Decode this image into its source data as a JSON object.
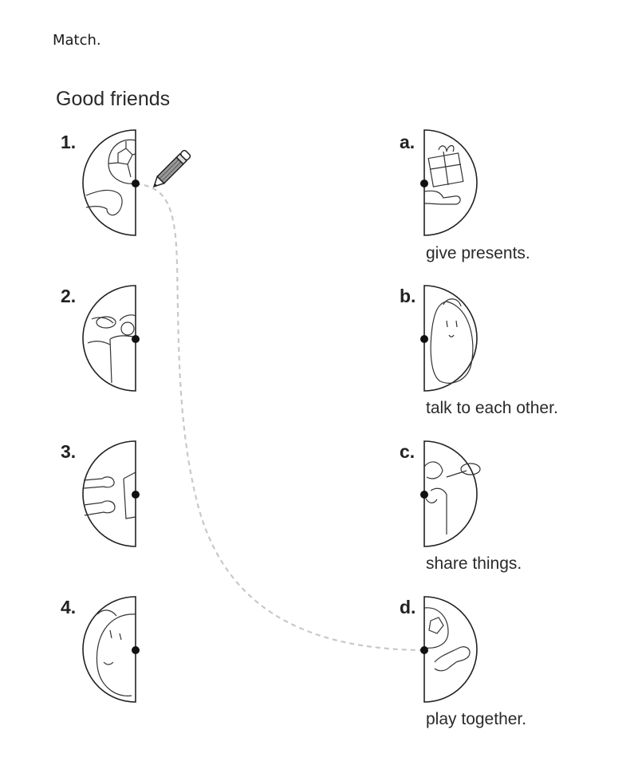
{
  "instruction": "Match.",
  "title": "Good friends",
  "left_items": [
    {
      "number": "1.",
      "picture": "football-left-half"
    },
    {
      "number": "2.",
      "picture": "spoon-left-half"
    },
    {
      "number": "3.",
      "picture": "hands-left-half"
    },
    {
      "number": "4.",
      "picture": "face-left-half"
    }
  ],
  "right_items": [
    {
      "letter": "a.",
      "phrase": "give presents.",
      "picture": "present-right-half"
    },
    {
      "letter": "b.",
      "phrase": "talk to each other.",
      "picture": "face-right-half"
    },
    {
      "letter": "c.",
      "phrase": "share things.",
      "picture": "spoon-right-half"
    },
    {
      "letter": "d.",
      "phrase": "play together.",
      "picture": "football-right-half"
    }
  ],
  "example_match": {
    "from": "1.",
    "to": "d."
  },
  "colors": {
    "dashed_line": "#c8c8c8",
    "ink": "#222222"
  }
}
